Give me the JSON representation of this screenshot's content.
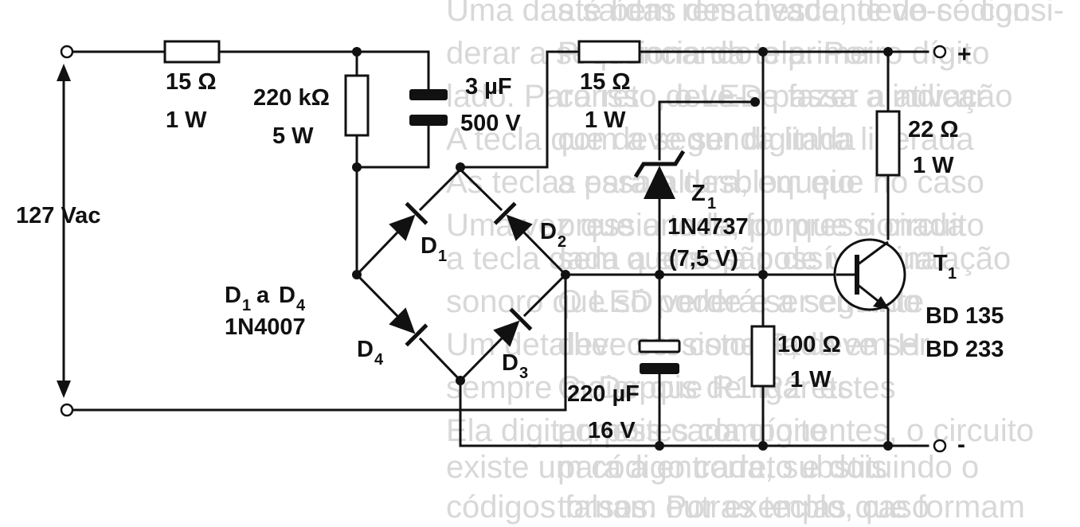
{
  "background_text": [
    "até bem remanescente do código.",
    "Pressionando o primeiro dígito",
    "correto, o LED passa a indicar",
    "com a segunda linha liberada",
    "a essa altura, em que no caso",
    "pressionada, porque o circuito",
    "sem que seja possível sua ação",
    "O LED verde e a seguinte",
    "deve ser conectado em H",
    "C. Depois de ligar estes",
    "por estes componentes, o circuito",
    "para a entrada, substituindo o",
    "tornam outras teclas que formam",
    "Uma das saídas desativada, deve-se consi-",
    "derar a sequência da tela. Por",
    "lado. Para isso deve-se fazer a ativação",
    "A tecla que deve ser digitada",
    "As teclas para o desbloqueio",
    "Uma vez que a tecla for pressionada",
    "a tecla dada a emissão de um sinal",
    "sonoro que só poderá ser emitido",
    "Um detalhe: o resistor R, deve ser",
    "sempre maior que R1 R2 etc",
    "Ela digitar, pois cada dígito",
    "existe um código correto e dois",
    "códigos falsos. Por exemplo, caso"
  ],
  "components": {
    "r1": {
      "value": "15 Ω",
      "power": "1 W"
    },
    "r2": {
      "value": "220 kΩ",
      "power": "5 W"
    },
    "c1": {
      "value": "3 µF",
      "voltage": "500 V"
    },
    "r3": {
      "value": "15 Ω",
      "power": "1 W"
    },
    "r4": {
      "value": "22 Ω",
      "power": "1 W"
    },
    "z1": {
      "name": "Z",
      "sub": "1",
      "part": "1N4737",
      "voltage": "(7,5 V)"
    },
    "c2": {
      "value": "220 µF",
      "voltage": "16 V"
    },
    "r5": {
      "value": "100 Ω",
      "power": "1 W"
    },
    "t1": {
      "name": "T",
      "sub": "1",
      "part_a": "BD 135",
      "part_b": "BD 233"
    },
    "d1": {
      "name": "D",
      "sub": "1"
    },
    "d2": {
      "name": "D",
      "sub": "2"
    },
    "d3": {
      "name": "D",
      "sub": "3"
    },
    "d4": {
      "name": "D",
      "sub": "4"
    },
    "diodes": {
      "from": "D",
      "from_sub": "1",
      "word": "a",
      "to": "D",
      "to_sub": "4",
      "part": "1N4007"
    }
  },
  "input_voltage": "127 Vac",
  "terminals": {
    "plus": "+",
    "minus": "-"
  }
}
